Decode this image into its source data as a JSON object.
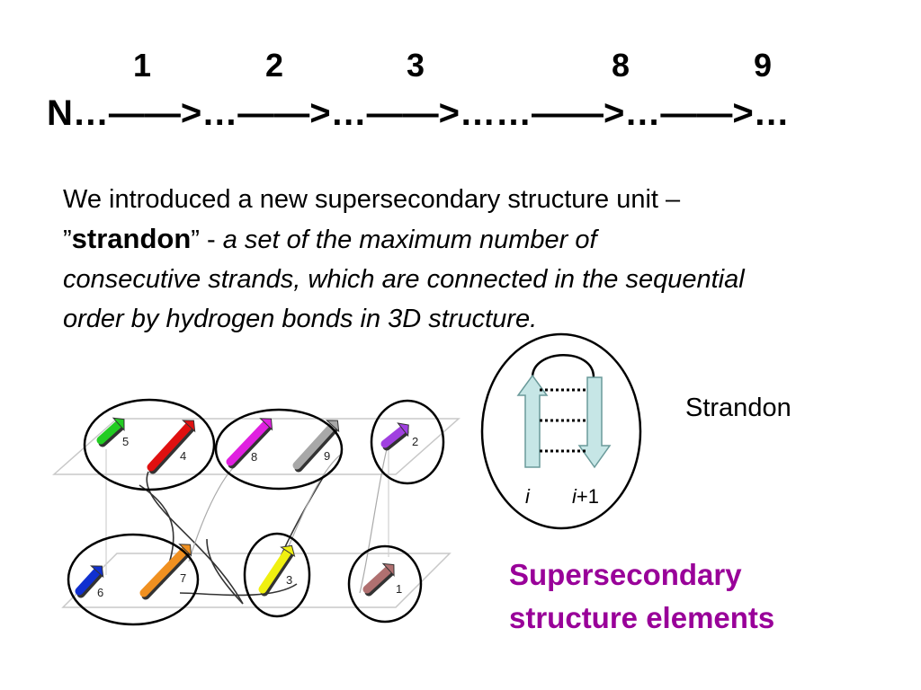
{
  "header": {
    "numbers": [
      "1",
      "2",
      "3",
      "8",
      "9"
    ],
    "sequence": "N…——>…——>…——>……——>…——>…"
  },
  "paragraph": {
    "line1": "We introduced a new supersecondary structure unit  –",
    "open_quote": "”",
    "term": "strandon",
    "close_quote": "” - ",
    "definition_a": "a set of the   maximum number of",
    "definition_b": "consecutive strands, which are connected in the sequential",
    "definition_c": "order by hydrogen bonds in 3D structure."
  },
  "strandon_diagram": {
    "label": "Strandon",
    "left_strand": "i",
    "right_strand_i": "i",
    "right_strand_plus": "+1",
    "colors": {
      "strand_fill": "#c6e6e6",
      "strand_stroke": "#6a9a9a"
    }
  },
  "caption": {
    "line1": "Supersecondary",
    "line2": "structure elements",
    "color": "#990099"
  },
  "strands": [
    {
      "label": "5",
      "color": "#22cc22"
    },
    {
      "label": "4",
      "color": "#e01010"
    },
    {
      "label": "8",
      "color": "#e020e0"
    },
    {
      "label": "9",
      "color": "#a8a8a8"
    },
    {
      "label": "2",
      "color": "#a040e0"
    },
    {
      "label": "6",
      "color": "#1030d0"
    },
    {
      "label": "7",
      "color": "#f09020"
    },
    {
      "label": "3",
      "color": "#f0f010"
    },
    {
      "label": "1",
      "color": "#b07070"
    }
  ]
}
